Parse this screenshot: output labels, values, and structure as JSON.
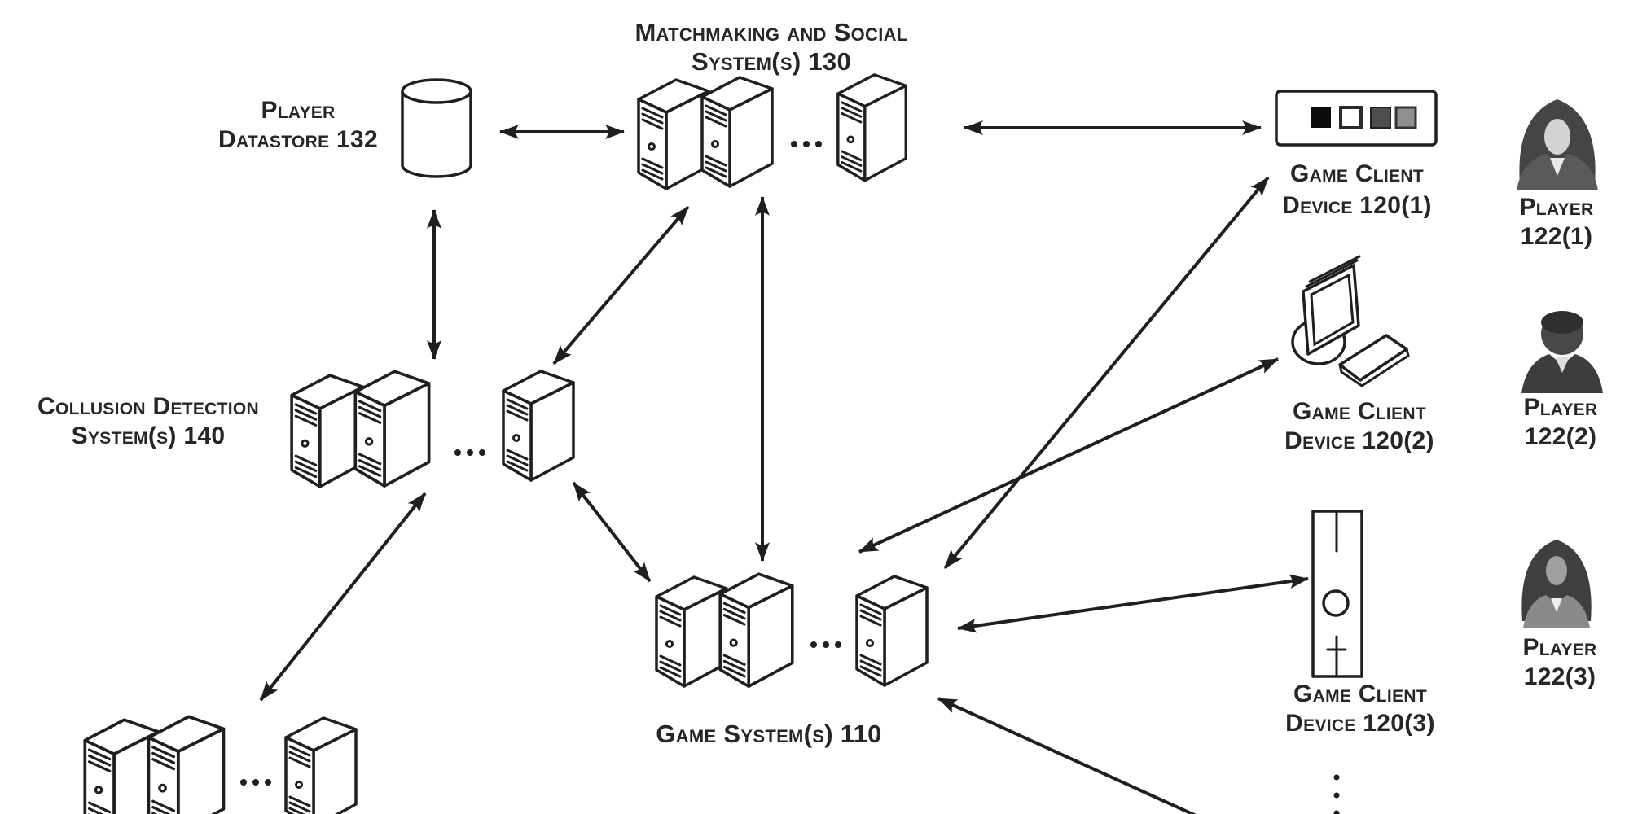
{
  "figure": {
    "type": "patent-style system architecture diagram",
    "colors": {
      "ink": "#1f1f1f",
      "background": "#ffffff",
      "label_text": "#262626"
    },
    "labels": {
      "matchmaking": {
        "line1": "Matchmaking and Social",
        "line2": "System(s) 130"
      },
      "player_datastore": {
        "line1": "Player",
        "line2": "Datastore 132"
      },
      "collusion": {
        "line1": "Collusion Detection",
        "line2": "System(s) 140"
      },
      "game_system": {
        "line1": "Game System(s) 110"
      },
      "client1": {
        "line1": "Game Client",
        "line2": "Device 120(1)"
      },
      "client2": {
        "line1": "Game Client",
        "line2": "Device 120(2)"
      },
      "client3": {
        "line1": "Game Client",
        "line2": "Device 120(3)"
      },
      "player1": {
        "line1": "Player",
        "line2": "122(1)"
      },
      "player2": {
        "line1": "Player",
        "line2": "122(2)"
      },
      "player3": {
        "line1": "Player",
        "line2": "122(3)"
      }
    },
    "icons": {
      "server_tower": "isometric-server-tower",
      "server_tower_dashed": "isometric-server-tower-dashed-outline",
      "database": "cylinder",
      "client1_device": "horizontal-console-with-four-squares",
      "client2_device": "tilted-monitor-with-round-base-and-remote",
      "client3_device": "vertical-console-with-circle",
      "player_female": "female-bust-silhouette",
      "player_male": "male-bust-silhouette",
      "h_ellipsis": "…",
      "v_ellipsis": "⋮"
    },
    "connections": [
      "Player Datastore 132 <-> Matchmaking and Social System(s) 130",
      "Player Datastore 132 <-> Collusion Detection System(s) 140",
      "Collusion Detection System(s) 140 <-> Matchmaking and Social System(s) 130",
      "Collusion Detection System(s) 140 <-> Game System(s) 110",
      "Collusion Detection System(s) 140 <-> dashed server group (bottom left)",
      "Matchmaking and Social System(s) 130 <-> Game System(s) 110",
      "Matchmaking and Social System(s) 130 <-> Game Client Device 120(1)",
      "Game System(s) 110 <-> Game Client Device 120(1)",
      "Game System(s) 110 <-> Game Client Device 120(2)",
      "Game System(s) 110 <-> Game Client Device 120(3)",
      "Game System(s) 110 <- line running off bottom edge (additional client)"
    ]
  }
}
